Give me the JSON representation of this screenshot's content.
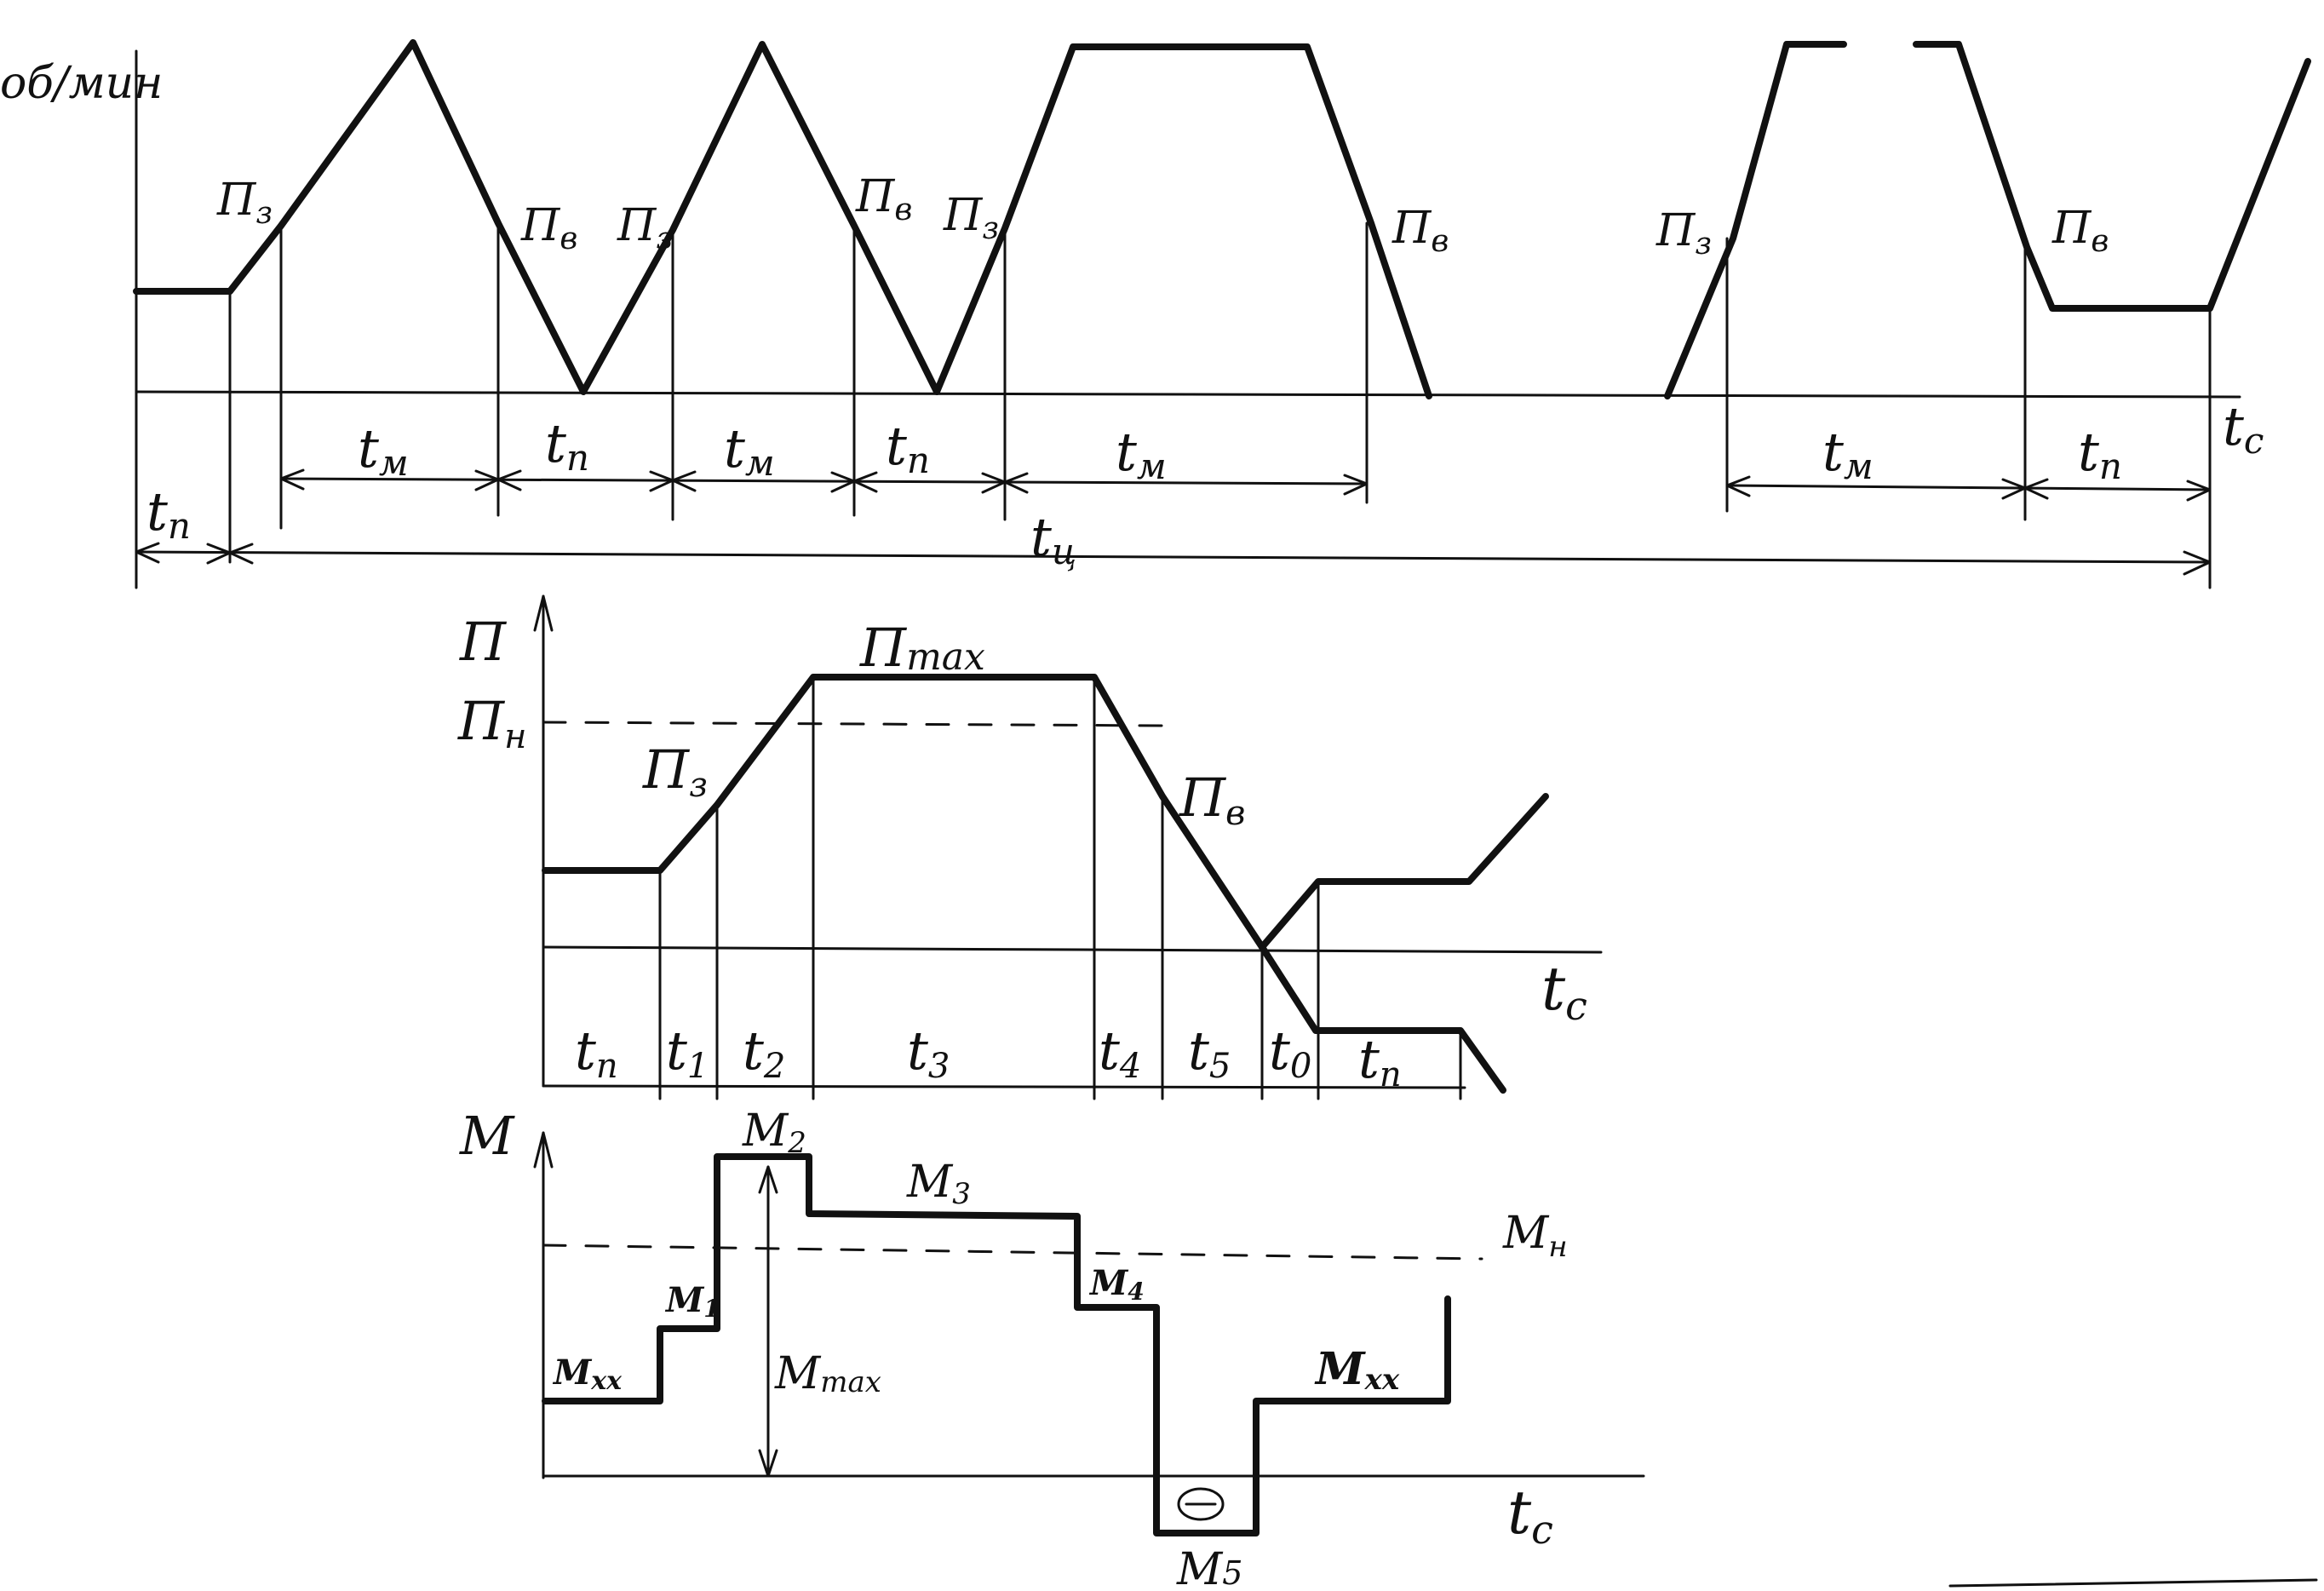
{
  "colors": {
    "ink": "#111111",
    "background": "#ffffff"
  },
  "top": {
    "y_unit": "об/мин",
    "t_axis": "t",
    "t_axis_sub": "c",
    "pz": "П",
    "pz_sub": "з",
    "pv": "П",
    "pv_sub": "в",
    "tm": "t",
    "tm_sub": "м",
    "tp": "t",
    "tp_sub": "п",
    "tc": "t",
    "tc_sub": "ц"
  },
  "middle": {
    "y_axis": "П",
    "pn": "П",
    "pn_sub": "н",
    "pmax": "П",
    "pmax_sub": "max",
    "pz": "П",
    "pz_sub": "з",
    "pv": "П",
    "pv_sub": "в",
    "t_axis": "t",
    "t_axis_sub": "c",
    "intervals": [
      {
        "main": "t",
        "sub": "п"
      },
      {
        "main": "t",
        "sub": "1"
      },
      {
        "main": "t",
        "sub": "2"
      },
      {
        "main": "t",
        "sub": "3"
      },
      {
        "main": "t",
        "sub": "4"
      },
      {
        "main": "t",
        "sub": "5"
      },
      {
        "main": "t",
        "sub": "0"
      },
      {
        "main": "t",
        "sub": "п"
      }
    ]
  },
  "bottom": {
    "y_axis": "M",
    "mxx_left": "M",
    "mxx_left_sub": "xx",
    "m1": "M",
    "m1_sub": "1",
    "m2": "M",
    "m2_sub": "2",
    "m3": "M",
    "m3_sub": "3",
    "m4": "M",
    "m4_sub": "4",
    "m5": "M",
    "m5_sub": "5",
    "mmax": "M",
    "mmax_sub": "max",
    "mn": "M",
    "mn_sub": "н",
    "mxx_right": "M",
    "mxx_right_sub": "xx",
    "minus": "⊖",
    "t_axis": "t",
    "t_axis_sub": "c"
  }
}
